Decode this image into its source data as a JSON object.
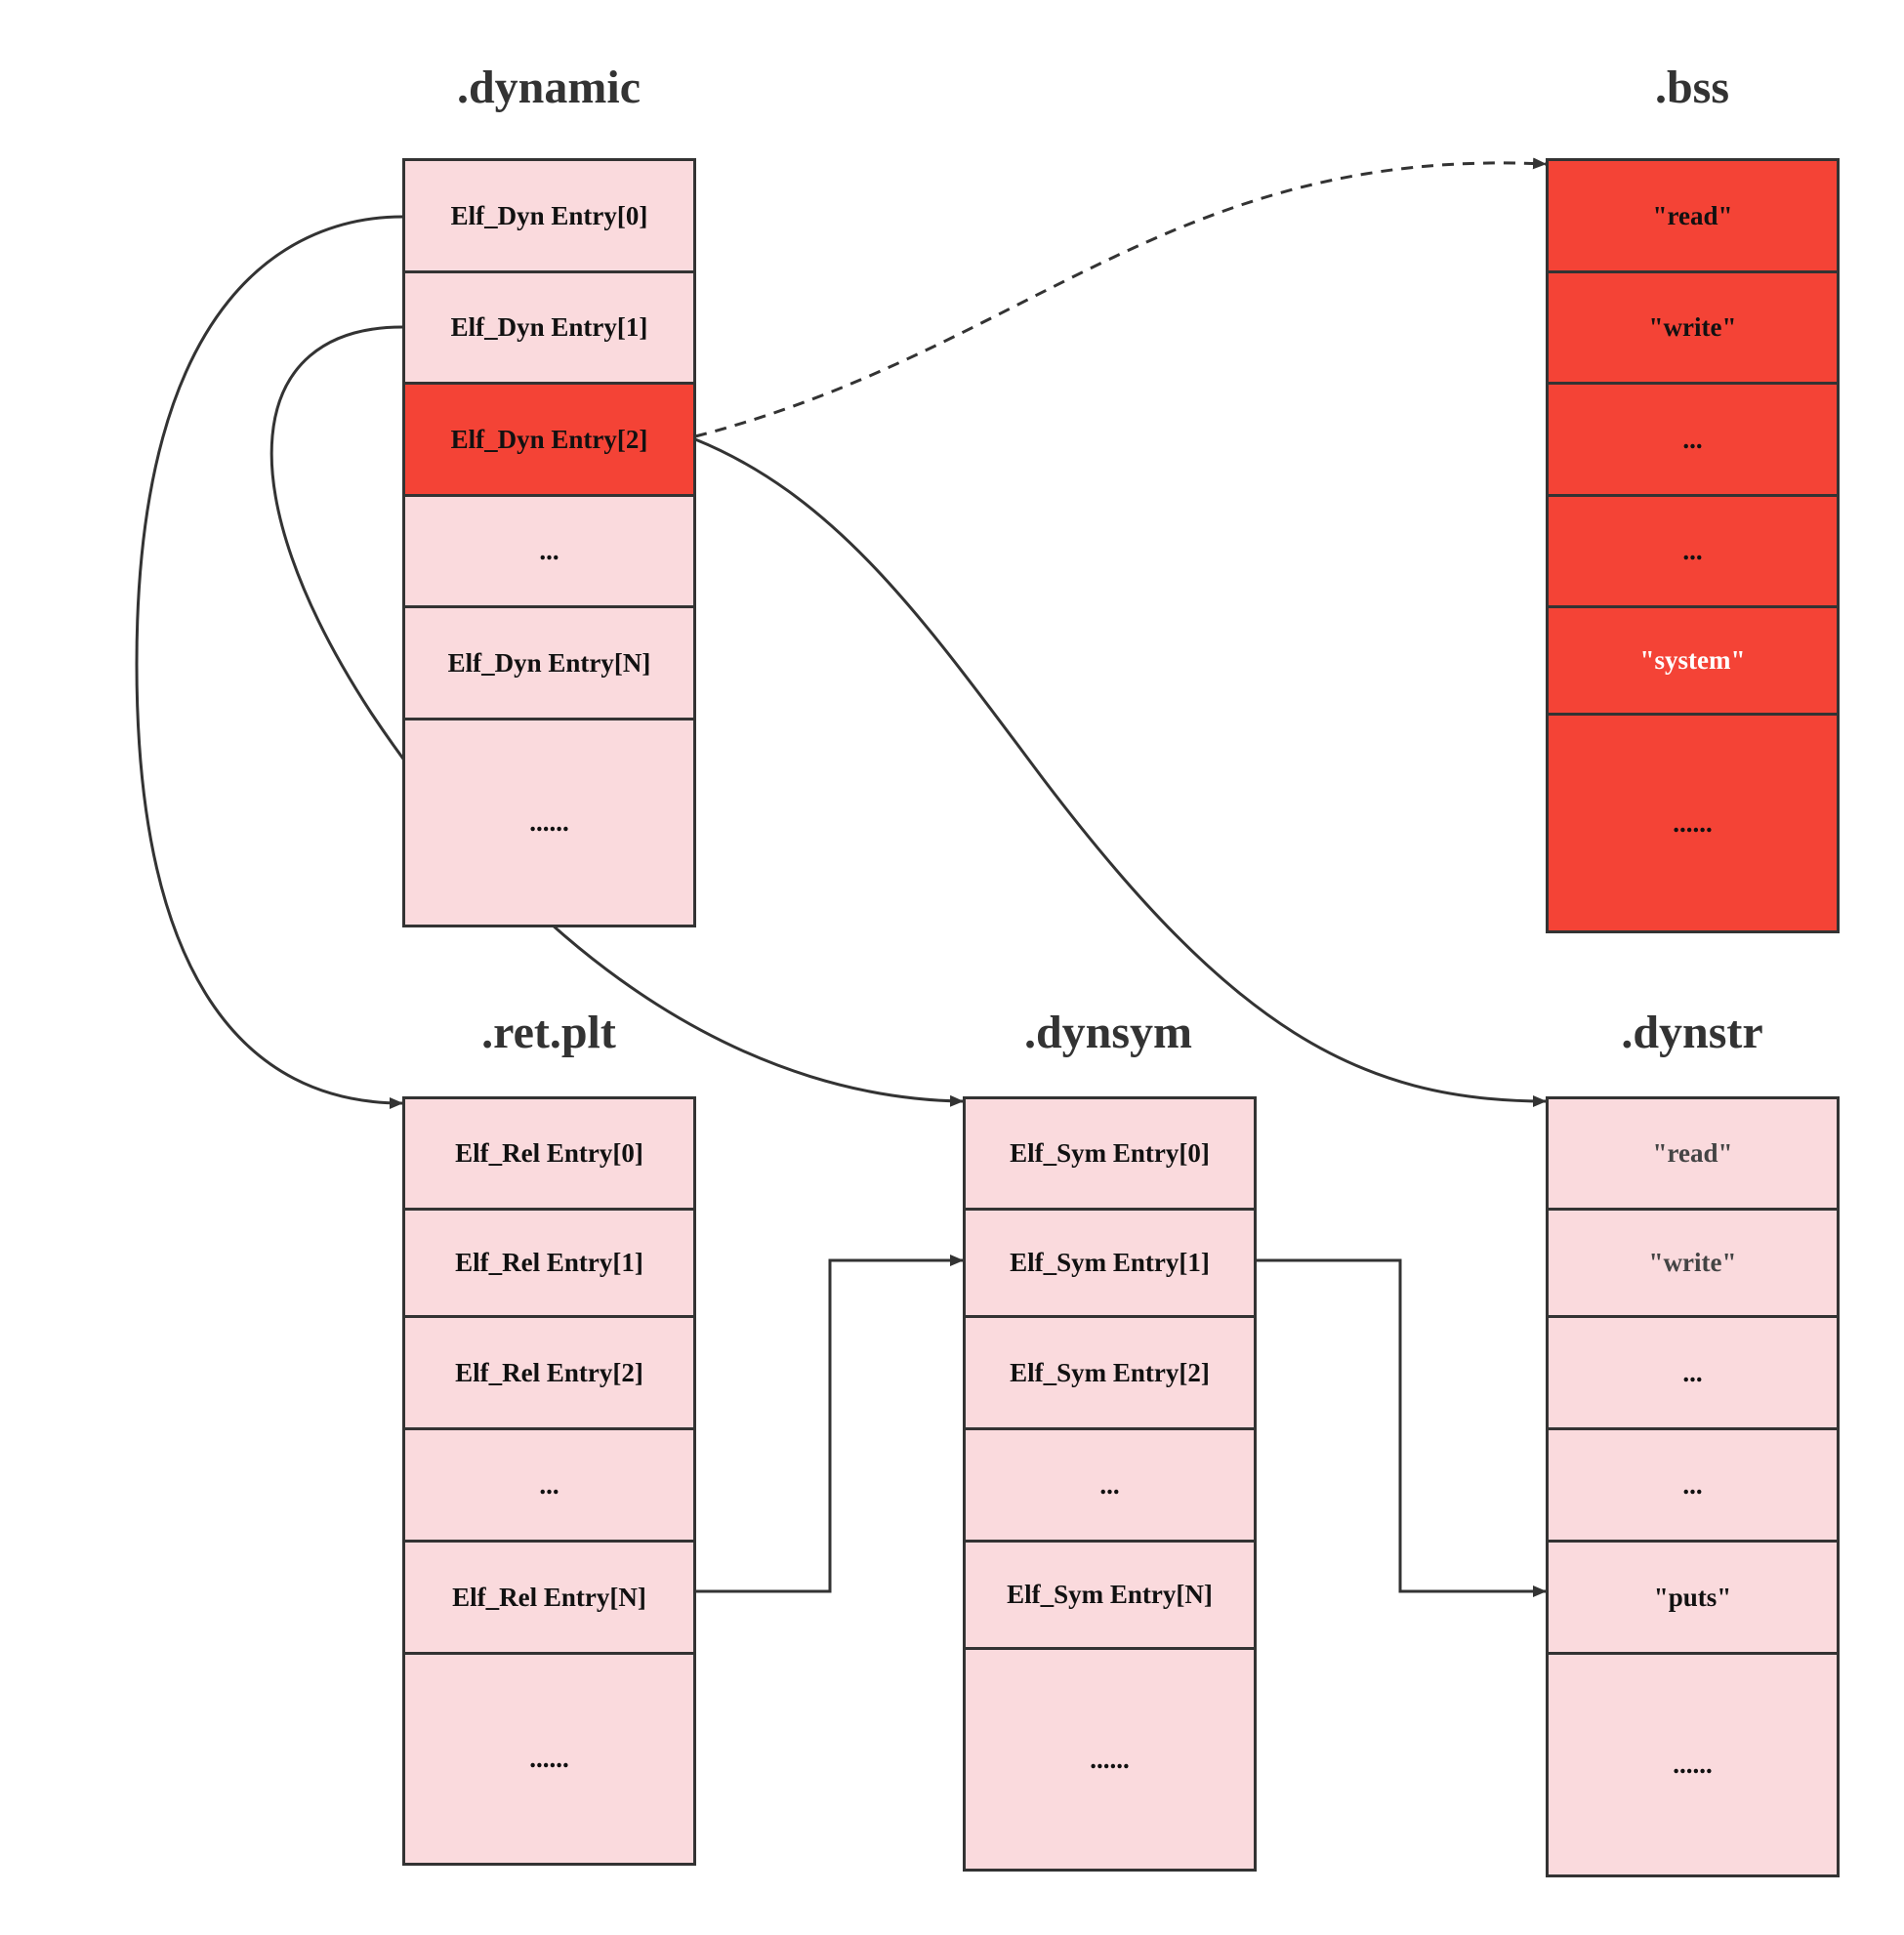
{
  "colors": {
    "light_fill": "#fadadd",
    "highlight_fill": "#f44336",
    "stroke": "#333333"
  },
  "sections": {
    "dynamic": {
      "title": ".dynamic",
      "rows": [
        "Elf_Dyn Entry[0]",
        "Elf_Dyn Entry[1]",
        "Elf_Dyn Entry[2]",
        "...",
        "Elf_Dyn Entry[N]",
        "......"
      ]
    },
    "bss": {
      "title": ".bss",
      "rows": [
        "\"read\"",
        "\"write\"",
        "...",
        "...",
        "\"system\"",
        "......"
      ]
    },
    "relplt": {
      "title": ".ret.plt",
      "rows": [
        "Elf_Rel Entry[0]",
        "Elf_Rel Entry[1]",
        "Elf_Rel Entry[2]",
        "...",
        "Elf_Rel Entry[N]",
        "......"
      ]
    },
    "dynsym": {
      "title": ".dynsym",
      "rows": [
        "Elf_Sym Entry[0]",
        "Elf_Sym Entry[1]",
        "Elf_Sym Entry[2]",
        "...",
        "Elf_Sym Entry[N]",
        "......"
      ]
    },
    "dynstr": {
      "title": ".dynstr",
      "rows": [
        "\"read\"",
        "\"write\"",
        "...",
        "...",
        "\"puts\"",
        "......"
      ]
    }
  },
  "connections": [
    {
      "from": "dynamic.0",
      "to": "relplt",
      "style": "solid"
    },
    {
      "from": "dynamic.1",
      "to": "dynsym",
      "style": "solid"
    },
    {
      "from": "dynamic.2",
      "to": "dynstr",
      "style": "solid"
    },
    {
      "from": "dynamic.2",
      "to": "bss",
      "style": "dashed"
    },
    {
      "from": "relplt.4",
      "to": "dynsym.1",
      "style": "solid"
    },
    {
      "from": "dynsym.1",
      "to": "dynstr.4",
      "style": "solid"
    }
  ]
}
